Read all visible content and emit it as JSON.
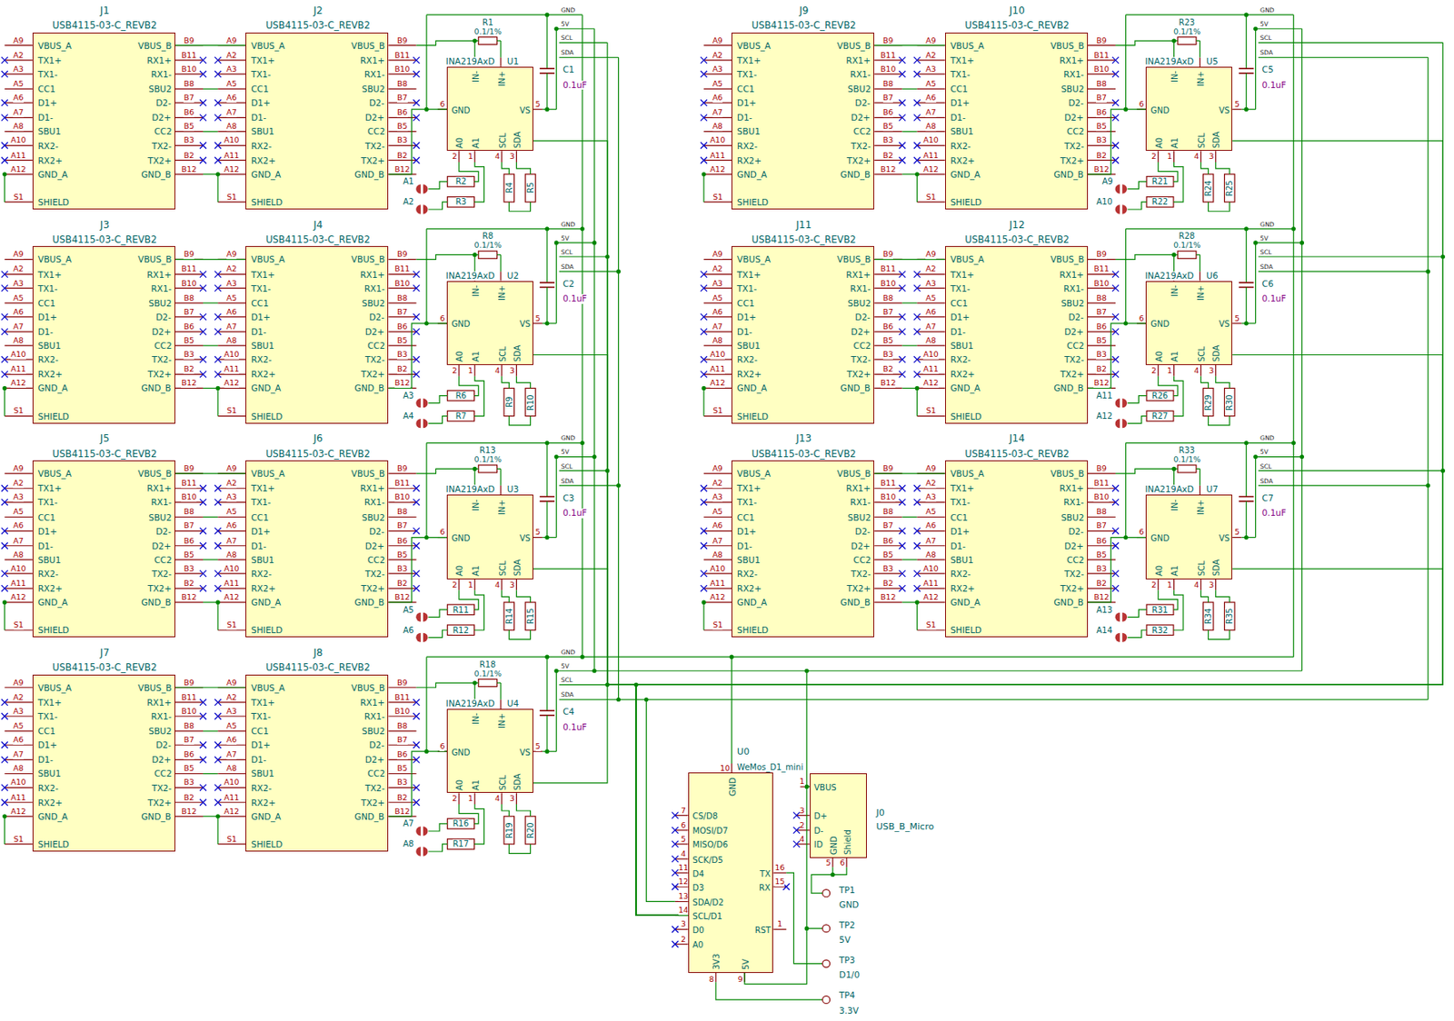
{
  "diagram": {
    "nodes": [
      {
        "text": [
          "J1",
          "USB4115-03-C_REVB2",
          "VBUS_A",
          "TX1+",
          "TX1-",
          "CC1",
          "D1+",
          "D1-",
          "SBU1",
          "RX2-",
          "RX2+",
          "GND_A",
          "SHIELD",
          "VBUS_B",
          "RX1+",
          "RX1-",
          "SBU2",
          "D2-",
          "D2+",
          "CC2",
          "TX2-",
          "TX2+",
          "GND_B"
        ]
      },
      {
        "text": [
          "J2",
          "USB4115-03-C_REVB2",
          "VBUS_A",
          "TX1+",
          "TX1-",
          "CC1",
          "D1+",
          "D1-",
          "SBU1",
          "RX2-",
          "RX2+",
          "GND_A",
          "SHIELD",
          "VBUS_B",
          "RX1+",
          "RX1-",
          "SBU2",
          "D2-",
          "D2+",
          "CC2",
          "TX2-",
          "TX2+",
          "GND_B"
        ]
      },
      {
        "text": [
          "INA219AxD",
          "U1",
          "IN-",
          "IN+",
          "GND",
          "VS",
          "A0",
          "A1",
          "SCL",
          "SDA"
        ]
      },
      {
        "text": [
          "J9",
          "USB4115-03-C_REVB2",
          "VBUS_A",
          "TX1+",
          "TX1-",
          "CC1",
          "D1+",
          "D1-",
          "SBU1",
          "RX2-",
          "RX2+",
          "GND_A",
          "SHIELD",
          "VBUS_B",
          "RX1+",
          "RX1-",
          "SBU2",
          "D2-",
          "D2+",
          "CC2",
          "TX2-",
          "TX2+",
          "GND_B"
        ]
      },
      {
        "text": [
          "J10",
          "USB4115-03-C_REVB2",
          "VBUS_A",
          "TX1+",
          "TX1-",
          "CC1",
          "D1+",
          "D1-",
          "SBU1",
          "RX2-",
          "RX2+",
          "GND_A",
          "SHIELD",
          "VBUS_B",
          "RX1+",
          "RX1-",
          "SBU2",
          "D2-",
          "D2+",
          "CC2",
          "TX2-",
          "TX2+",
          "GND_B"
        ]
      },
      {
        "text": [
          "INA219AxD",
          "U5",
          "IN-",
          "IN+",
          "GND",
          "VS",
          "A0",
          "A1",
          "SCL",
          "SDA"
        ]
      },
      {
        "text": [
          "J3",
          "USB4115-03-C_REVB2",
          "VBUS_A",
          "TX1+",
          "TX1-",
          "CC1",
          "D1+",
          "D1-",
          "SBU1",
          "RX2-",
          "RX2+",
          "GND_A",
          "SHIELD",
          "VBUS_B",
          "RX1+",
          "RX1-",
          "SBU2",
          "D2-",
          "D2+",
          "CC2",
          "TX2-",
          "TX2+",
          "GND_B"
        ]
      },
      {
        "text": [
          "J4",
          "USB4115-03-C_REVB2",
          "VBUS_A",
          "TX1+",
          "TX1-",
          "CC1",
          "D1+",
          "D1-",
          "SBU1",
          "RX2-",
          "RX2+",
          "GND_A",
          "SHIELD",
          "VBUS_B",
          "RX1+",
          "RX1-",
          "SBU2",
          "D2-",
          "D2+",
          "CC2",
          "TX2-",
          "TX2+",
          "GND_B"
        ]
      },
      {
        "text": [
          "INA219AxD",
          "U2",
          "IN-",
          "IN+",
          "GND",
          "VS",
          "A0",
          "A1",
          "SCL",
          "SDA"
        ]
      },
      {
        "text": [
          "J11",
          "USB4115-03-C_REVB2",
          "VBUS_A",
          "TX1+",
          "TX1-",
          "CC1",
          "D1+",
          "D1-",
          "SBU1",
          "RX2-",
          "RX2+",
          "GND_A",
          "SHIELD",
          "VBUS_B",
          "RX1+",
          "RX1-",
          "SBU2",
          "D2-",
          "D2+",
          "CC2",
          "TX2-",
          "TX2+",
          "GND_B"
        ]
      },
      {
        "text": [
          "J12",
          "USB4115-03-C_REVB2",
          "VBUS_A",
          "TX1+",
          "TX1-",
          "CC1",
          "D1+",
          "D1-",
          "SBU1",
          "RX2-",
          "RX2+",
          "GND_A",
          "SHIELD",
          "VBUS_B",
          "RX1+",
          "RX1-",
          "SBU2",
          "D2-",
          "D2+",
          "CC2",
          "TX2-",
          "TX2+",
          "GND_B"
        ]
      },
      {
        "text": [
          "INA219AxD",
          "U6",
          "IN-",
          "IN+",
          "GND",
          "VS",
          "A0",
          "A1",
          "SCL",
          "SDA"
        ]
      },
      {
        "text": [
          "J5",
          "USB4115-03-C_REVB2",
          "VBUS_A",
          "TX1+",
          "TX1-",
          "CC1",
          "D1+",
          "D1-",
          "SBU1",
          "RX2-",
          "RX2+",
          "GND_A",
          "SHIELD",
          "VBUS_B",
          "RX1+",
          "RX1-",
          "SBU2",
          "D2-",
          "D2+",
          "CC2",
          "TX2-",
          "TX2+",
          "GND_B"
        ]
      },
      {
        "text": [
          "J6",
          "USB4115-03-C_REVB2",
          "VBUS_A",
          "TX1+",
          "TX1-",
          "CC1",
          "D1+",
          "D1-",
          "SBU1",
          "RX2-",
          "RX2+",
          "GND_A",
          "SHIELD",
          "VBUS_B",
          "RX1+",
          "RX1-",
          "SBU2",
          "D2-",
          "D2+",
          "CC2",
          "TX2-",
          "TX2+",
          "GND_B"
        ]
      },
      {
        "text": [
          "INA219AxD",
          "U3",
          "IN-",
          "IN+",
          "GND",
          "VS",
          "A0",
          "A1",
          "SCL",
          "SDA"
        ]
      },
      {
        "text": [
          "J13",
          "USB4115-03-C_REVB2",
          "VBUS_A",
          "TX1+",
          "TX1-",
          "CC1",
          "D1+",
          "D1-",
          "SBU1",
          "RX2-",
          "RX2+",
          "GND_A",
          "SHIELD",
          "VBUS_B",
          "RX1+",
          "RX1-",
          "SBU2",
          "D2-",
          "D2+",
          "CC2",
          "TX2-",
          "TX2+",
          "GND_B"
        ]
      },
      {
        "text": [
          "J14",
          "USB4115-03-C_REVB2",
          "VBUS_A",
          "TX1+",
          "TX1-",
          "CC1",
          "D1+",
          "D1-",
          "SBU1",
          "RX2-",
          "RX2+",
          "GND_A",
          "SHIELD",
          "VBUS_B",
          "RX1+",
          "RX1-",
          "SBU2",
          "D2-",
          "D2+",
          "CC2",
          "TX2-",
          "TX2+",
          "GND_B"
        ]
      },
      {
        "text": [
          "INA219AxD",
          "U7",
          "IN-",
          "IN+",
          "GND",
          "VS",
          "A0",
          "A1",
          "SCL",
          "SDA"
        ]
      },
      {
        "text": [
          "J7",
          "USB4115-03-C_REVB2",
          "VBUS_A",
          "TX1+",
          "TX1-",
          "CC1",
          "D1+",
          "D1-",
          "SBU1",
          "RX2-",
          "RX2+",
          "GND_A",
          "SHIELD",
          "VBUS_B",
          "RX1+",
          "RX1-",
          "SBU2",
          "D2-",
          "D2+",
          "CC2",
          "TX2-",
          "TX2+",
          "GND_B"
        ]
      },
      {
        "text": [
          "J8",
          "USB4115-03-C_REVB2",
          "VBUS_A",
          "TX1+",
          "TX1-",
          "CC1",
          "D1+",
          "D1-",
          "SBU1",
          "RX2-",
          "RX2+",
          "GND_A",
          "SHIELD",
          "VBUS_B",
          "RX1+",
          "RX1-",
          "SBU2",
          "D2-",
          "D2+",
          "CC2",
          "TX2-",
          "TX2+",
          "GND_B"
        ]
      },
      {
        "text": [
          "INA219AxD",
          "U4",
          "IN-",
          "IN+",
          "GND",
          "VS",
          "A0",
          "A1",
          "SCL",
          "SDA"
        ]
      },
      {
        "text": [
          "U0",
          "WeMos_D1_mini",
          "CS/D8",
          "MOSI/D7",
          "MISO/D6",
          "SCK/D5",
          "D4",
          "D3",
          "SDA/D2",
          "SCL/D1",
          "D0",
          "A0",
          "GND",
          "3V3",
          "5V",
          "TX",
          "RX",
          "RST"
        ]
      },
      {
        "text": [
          "J0",
          "USB_B_Micro",
          "VBUS",
          "D+",
          "D-",
          "ID",
          "GND",
          "Shield"
        ]
      }
    ],
    "edges": [
      {
        "from": 0,
        "to": 1,
        "arrow": "none"
      },
      {
        "from": 1,
        "to": 2,
        "arrow": "none"
      },
      {
        "from": 2,
        "to": 21,
        "arrow": "none"
      },
      {
        "from": 3,
        "to": 4,
        "arrow": "none"
      },
      {
        "from": 4,
        "to": 5,
        "arrow": "none"
      },
      {
        "from": 5,
        "to": 21,
        "arrow": "none"
      },
      {
        "from": 6,
        "to": 7,
        "arrow": "none"
      },
      {
        "from": 7,
        "to": 8,
        "arrow": "none"
      },
      {
        "from": 8,
        "to": 21,
        "arrow": "none"
      },
      {
        "from": 9,
        "to": 10,
        "arrow": "none"
      },
      {
        "from": 10,
        "to": 11,
        "arrow": "none"
      },
      {
        "from": 11,
        "to": 21,
        "arrow": "none"
      },
      {
        "from": 12,
        "to": 13,
        "arrow": "none"
      },
      {
        "from": 13,
        "to": 14,
        "arrow": "none"
      },
      {
        "from": 14,
        "to": 21,
        "arrow": "none"
      },
      {
        "from": 15,
        "to": 16,
        "arrow": "none"
      },
      {
        "from": 16,
        "to": 17,
        "arrow": "none"
      },
      {
        "from": 17,
        "to": 21,
        "arrow": "none"
      },
      {
        "from": 18,
        "to": 19,
        "arrow": "none"
      },
      {
        "from": 19,
        "to": 20,
        "arrow": "none"
      },
      {
        "from": 20,
        "to": 21,
        "arrow": "none"
      },
      {
        "from": 22,
        "to": 21,
        "arrow": "none"
      }
    ],
    "labels": [
      "A9",
      "A2",
      "A3",
      "A5",
      "A6",
      "A7",
      "A8",
      "A10",
      "A11",
      "A12",
      "S1",
      "B9",
      "B11",
      "B10",
      "B8",
      "B7",
      "B6",
      "B5",
      "B3",
      "B2",
      "B12",
      "A9",
      "A2",
      "A3",
      "A5",
      "A6",
      "A7",
      "A8",
      "A10",
      "A11",
      "A12",
      "S1",
      "B9",
      "B11",
      "B10",
      "B8",
      "B7",
      "B6",
      "B5",
      "B3",
      "B2",
      "B12",
      "6",
      "5",
      "2",
      "1",
      "4",
      "3",
      "GND",
      "5V",
      "SCL",
      "SDA",
      "R1",
      "0.1/1%",
      "C1",
      "0.1uF",
      "R2",
      "R3",
      "R4",
      "R5",
      "A1",
      "A2",
      "A9",
      "A2",
      "A3",
      "A5",
      "A6",
      "A7",
      "A8",
      "A10",
      "A11",
      "A12",
      "S1",
      "B9",
      "B11",
      "B10",
      "B8",
      "B7",
      "B6",
      "B5",
      "B3",
      "B2",
      "B12",
      "A9",
      "A2",
      "A3",
      "A5",
      "A6",
      "A7",
      "A8",
      "A10",
      "A11",
      "A12",
      "S1",
      "B9",
      "B11",
      "B10",
      "B8",
      "B7",
      "B6",
      "B5",
      "B3",
      "B2",
      "B12",
      "6",
      "5",
      "2",
      "1",
      "4",
      "3",
      "GND",
      "5V",
      "SCL",
      "SDA",
      "R23",
      "0.1/1%",
      "C5",
      "0.1uF",
      "R21",
      "R22",
      "R24",
      "R25",
      "A9",
      "A10",
      "A9",
      "A2",
      "A3",
      "A5",
      "A6",
      "A7",
      "A8",
      "A10",
      "A11",
      "A12",
      "S1",
      "B9",
      "B11",
      "B10",
      "B8",
      "B7",
      "B6",
      "B5",
      "B3",
      "B2",
      "B12",
      "A9",
      "A2",
      "A3",
      "A5",
      "A6",
      "A7",
      "A8",
      "A10",
      "A11",
      "A12",
      "S1",
      "B9",
      "B11",
      "B10",
      "B8",
      "B7",
      "B6",
      "B5",
      "B3",
      "B2",
      "B12",
      "6",
      "5",
      "2",
      "1",
      "4",
      "3",
      "GND",
      "5V",
      "SCL",
      "SDA",
      "R8",
      "0.1/1%",
      "C2",
      "0.1uF",
      "R6",
      "R7",
      "R9",
      "R10",
      "A3",
      "A4",
      "A9",
      "A2",
      "A3",
      "A5",
      "A6",
      "A7",
      "A8",
      "A10",
      "A11",
      "A12",
      "S1",
      "B9",
      "B11",
      "B10",
      "B8",
      "B7",
      "B6",
      "B5",
      "B3",
      "B2",
      "B12",
      "A9",
      "A2",
      "A3",
      "A5",
      "A6",
      "A7",
      "A8",
      "A10",
      "A11",
      "A12",
      "S1",
      "B9",
      "B11",
      "B10",
      "B8",
      "B7",
      "B6",
      "B5",
      "B3",
      "B2",
      "B12",
      "6",
      "5",
      "2",
      "1",
      "4",
      "3",
      "GND",
      "5V",
      "SCL",
      "SDA",
      "R28",
      "0.1/1%",
      "C6",
      "0.1uF",
      "R26",
      "R27",
      "R29",
      "R30",
      "A11",
      "A12",
      "A9",
      "A2",
      "A3",
      "A5",
      "A6",
      "A7",
      "A8",
      "A10",
      "A11",
      "A12",
      "S1",
      "B9",
      "B11",
      "B10",
      "B8",
      "B7",
      "B6",
      "B5",
      "B3",
      "B2",
      "B12",
      "A9",
      "A2",
      "A3",
      "A5",
      "A6",
      "A7",
      "A8",
      "A10",
      "A11",
      "A12",
      "S1",
      "B9",
      "B11",
      "B10",
      "B8",
      "B7",
      "B6",
      "B5",
      "B3",
      "B2",
      "B12",
      "6",
      "5",
      "2",
      "1",
      "4",
      "3",
      "GND",
      "5V",
      "SCL",
      "SDA",
      "R13",
      "0.1/1%",
      "C3",
      "0.1uF",
      "R11",
      "R12",
      "R14",
      "R15",
      "A5",
      "A6",
      "A9",
      "A2",
      "A3",
      "A5",
      "A6",
      "A7",
      "A8",
      "A10",
      "A11",
      "A12",
      "S1",
      "B9",
      "B11",
      "B10",
      "B8",
      "B7",
      "B6",
      "B5",
      "B3",
      "B2",
      "B12",
      "A9",
      "A2",
      "A3",
      "A5",
      "A6",
      "A7",
      "A8",
      "A10",
      "A11",
      "A12",
      "S1",
      "B9",
      "B11",
      "B10",
      "B8",
      "B7",
      "B6",
      "B5",
      "B3",
      "B2",
      "B12",
      "6",
      "5",
      "2",
      "1",
      "4",
      "3",
      "GND",
      "5V",
      "SCL",
      "SDA",
      "R33",
      "0.1/1%",
      "C7",
      "0.1uF",
      "R31",
      "R32",
      "R34",
      "R35",
      "A13",
      "A14",
      "A9",
      "A2",
      "A3",
      "A5",
      "A6",
      "A7",
      "A8",
      "A10",
      "A11",
      "A12",
      "S1",
      "B9",
      "B11",
      "B10",
      "B8",
      "B7",
      "B6",
      "B5",
      "B3",
      "B2",
      "B12",
      "A9",
      "A2",
      "A3",
      "A5",
      "A6",
      "A7",
      "A8",
      "A10",
      "A11",
      "A12",
      "S1",
      "B9",
      "B11",
      "B10",
      "B8",
      "B7",
      "B6",
      "B5",
      "B3",
      "B2",
      "B12",
      "6",
      "5",
      "2",
      "1",
      "4",
      "3",
      "GND",
      "5V",
      "SCL",
      "SDA",
      "R18",
      "0.1/1%",
      "C4",
      "0.1uF",
      "R16",
      "R17",
      "R19",
      "R20",
      "A7",
      "A8",
      "7",
      "6",
      "5",
      "4",
      "11",
      "12",
      "13",
      "14",
      "3",
      "2",
      "10",
      "8",
      "9",
      "16",
      "15",
      "1",
      "1",
      "3",
      "2",
      "4",
      "5",
      "6",
      "TP1",
      "GND",
      "TP2",
      "5V",
      "TP3",
      "D1/0",
      "TP4",
      "3.3V"
    ]
  }
}
